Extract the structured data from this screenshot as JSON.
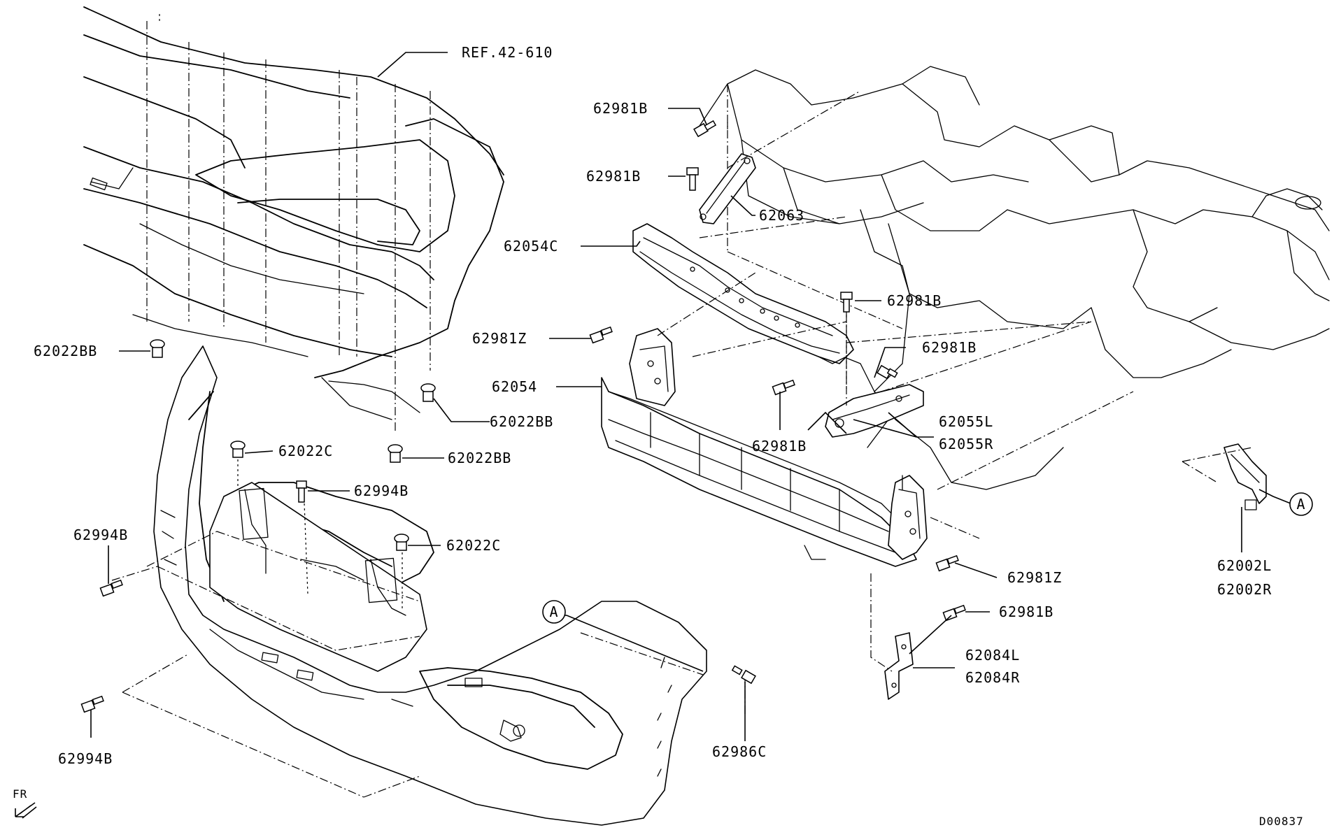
{
  "labels": {
    "ref_42_610": "REF.42-610",
    "p62981B_a": "62981B",
    "p62981B_b": "62981B",
    "p62063": "62063",
    "p62054C": "62054C",
    "p62981Z_a": "62981Z",
    "p62981B_c": "62981B",
    "p62981B_d": "62981B",
    "p62054": "62054",
    "p62055L": "62055L",
    "p62055R": "62055R",
    "p62981B_e": "62981B",
    "p62022BB_a": "62022BB",
    "p62022BB_b": "62022BB",
    "p62022BB_c": "62022BB",
    "p62022C_a": "62022C",
    "p62994B_a": "62994B",
    "p62022C_b": "62022C",
    "p62994B_b": "62994B",
    "p62994B_c": "62994B",
    "p62981Z_b": "62981Z",
    "p62981B_f": "62981B",
    "p62084L": "62084L",
    "p62084R": "62084R",
    "p62986C": "62986C",
    "p62002L": "62002L",
    "p62002R": "62002R",
    "callout_A_1": "A",
    "callout_A_2": "A",
    "fr": "FR",
    "drawing_no": "D00837"
  },
  "icons": {
    "front_arrow": "arrow-left-down-icon"
  }
}
